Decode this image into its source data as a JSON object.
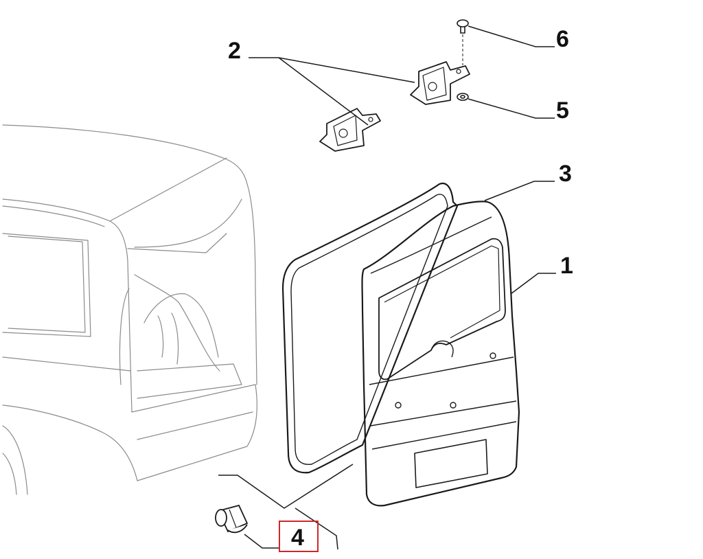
{
  "diagram": {
    "callouts": [
      {
        "id": "1",
        "label": "1",
        "part": "tailgate"
      },
      {
        "id": "2",
        "label": "2",
        "part": "hinge"
      },
      {
        "id": "3",
        "label": "3",
        "part": "seal"
      },
      {
        "id": "4",
        "label": "4",
        "part": "bump-stop"
      },
      {
        "id": "5",
        "label": "5",
        "part": "washer"
      },
      {
        "id": "6",
        "label": "6",
        "part": "screw"
      }
    ],
    "highlighted_callout": "4",
    "colors": {
      "line": "#1a1a1a",
      "ghost_line": "#8a8a8a",
      "highlight": "#d0262a"
    }
  }
}
